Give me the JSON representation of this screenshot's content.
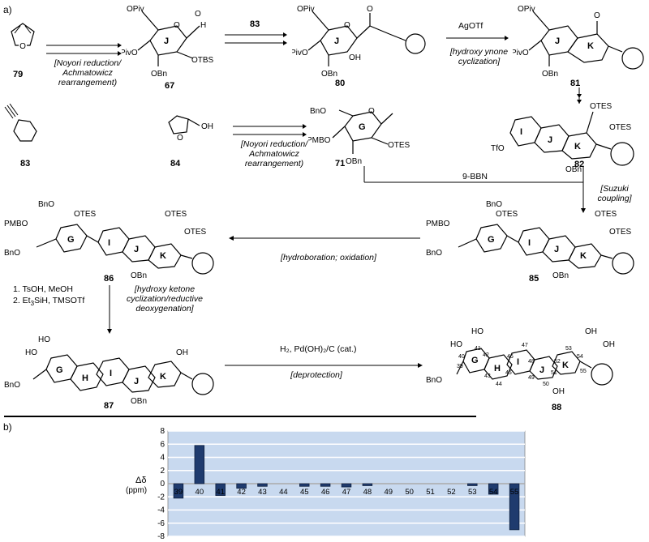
{
  "panel_a": {
    "label": "a)",
    "compounds": {
      "c79": {
        "id": "79",
        "text": "O"
      },
      "c67": {
        "id": "67",
        "groups": {
          "opiv": "OPiv",
          "pivo": "PivO",
          "obn": "OBn",
          "otbs": "OTBS",
          "o": "O",
          "h": "H"
        },
        "ring": "J"
      },
      "c80": {
        "id": "80",
        "groups": {
          "opiv": "OPiv",
          "pivo": "PivO",
          "obn": "OBn",
          "oh": "OH",
          "o": "O"
        },
        "ring": "J"
      },
      "c81": {
        "id": "81",
        "groups": {
          "opiv": "OPiv",
          "pivo": "PivO",
          "obn": "OBn",
          "o": "O"
        },
        "rings": [
          "J",
          "K"
        ]
      },
      "c83": {
        "id": "83"
      },
      "c84": {
        "id": "84",
        "groups": {
          "oh": "OH",
          "o": "O"
        }
      },
      "c71": {
        "id": "71",
        "groups": {
          "bno": "BnO",
          "pmbo": "PMBO",
          "obn": "OBn",
          "otes": "OTES",
          "o": "O"
        },
        "ring": "G"
      },
      "c82": {
        "id": "82",
        "groups": {
          "tfo": "TfO",
          "obn": "OBn",
          "otes1": "OTES",
          "otes2": "OTES"
        },
        "rings": [
          "I",
          "J",
          "K"
        ]
      },
      "c85": {
        "id": "85",
        "groups": {
          "bno": "BnO",
          "pmbo": "PMBO",
          "bno2": "BnO",
          "otes": "OTES",
          "obn": "OBn",
          "otes1": "OTES",
          "otes2": "OTES"
        },
        "rings": [
          "G",
          "I",
          "J",
          "K"
        ]
      },
      "c86": {
        "id": "86",
        "groups": {
          "bno": "BnO",
          "pmbo": "PMBO",
          "bno2": "BnO",
          "otes": "OTES",
          "obn": "OBn",
          "otes1": "OTES",
          "otes2": "OTES"
        },
        "rings": [
          "G",
          "I",
          "J",
          "K"
        ]
      },
      "c87": {
        "id": "87",
        "groups": {
          "bno": "BnO",
          "ho1": "HO",
          "ho2": "HO",
          "oh": "OH",
          "obn": "OBn"
        },
        "rings": [
          "G",
          "H",
          "I",
          "J",
          "K"
        ]
      },
      "c88": {
        "id": "88",
        "groups": {
          "bno": "BnO",
          "ho": "HO",
          "ho2": "HO",
          "oh1": "OH",
          "oh2": "OH",
          "oh3": "OH"
        },
        "rings": [
          "G",
          "H",
          "I",
          "J",
          "K"
        ],
        "numbers": [
          "39",
          "40",
          "41",
          "42",
          "43",
          "44",
          "45",
          "46",
          "47",
          "48",
          "49",
          "50",
          "51",
          "52",
          "53",
          "54",
          "55"
        ]
      }
    },
    "arrows": {
      "a1": {
        "text": "[Noyori reduction/ Achmatowicz rearrangement)"
      },
      "a2": {
        "text": "83"
      },
      "a3": {
        "top": "AgOTf",
        "bottom": "[hydroxy ynone cyclization]"
      },
      "a4": {
        "text": "[Noyori reduction/ Achmatowicz rearrangement)"
      },
      "a5": {
        "top": "9-BBN",
        "bottom": "[Suzuki coupling]"
      },
      "a6": {
        "text": "[hydroboration; oxidation]"
      },
      "a7": {
        "step1": "1. TsOH, MeOH",
        "step2_pre": "2. Et",
        "step2_sub": "3",
        "step2_post": "SiH, TMSOTf",
        "cond": "[hydroxy ketone cyclization/reductive deoxygenation]"
      },
      "a8": {
        "top": "H₂, Pd(OH)₂/C (cat.)",
        "bottom": "[deprotection]"
      }
    }
  },
  "panel_b": {
    "label": "b)",
    "ylabel_line1": "Δδ",
    "ylabel_line2": "(ppm)"
  },
  "chart_data": {
    "type": "bar",
    "categories": [
      "39",
      "40",
      "41",
      "42",
      "43",
      "44",
      "45",
      "46",
      "47",
      "48",
      "49",
      "50",
      "51",
      "52",
      "53",
      "54",
      "55"
    ],
    "values": [
      -2.2,
      5.8,
      -1.8,
      -0.7,
      -0.4,
      0,
      -0.4,
      -0.4,
      -0.5,
      -0.3,
      0,
      0,
      0,
      0,
      -0.3,
      -1.6,
      -7.0
    ],
    "ylim": [
      -8,
      8
    ],
    "yticks": [
      -8,
      -6,
      -4,
      -2,
      0,
      2,
      4,
      6,
      8
    ],
    "ylabel": "Δδ (ppm)",
    "grid": true,
    "colors": {
      "bar": "#1f3b6e",
      "background": "#c8d9ef",
      "grid": "#ffffff"
    }
  }
}
